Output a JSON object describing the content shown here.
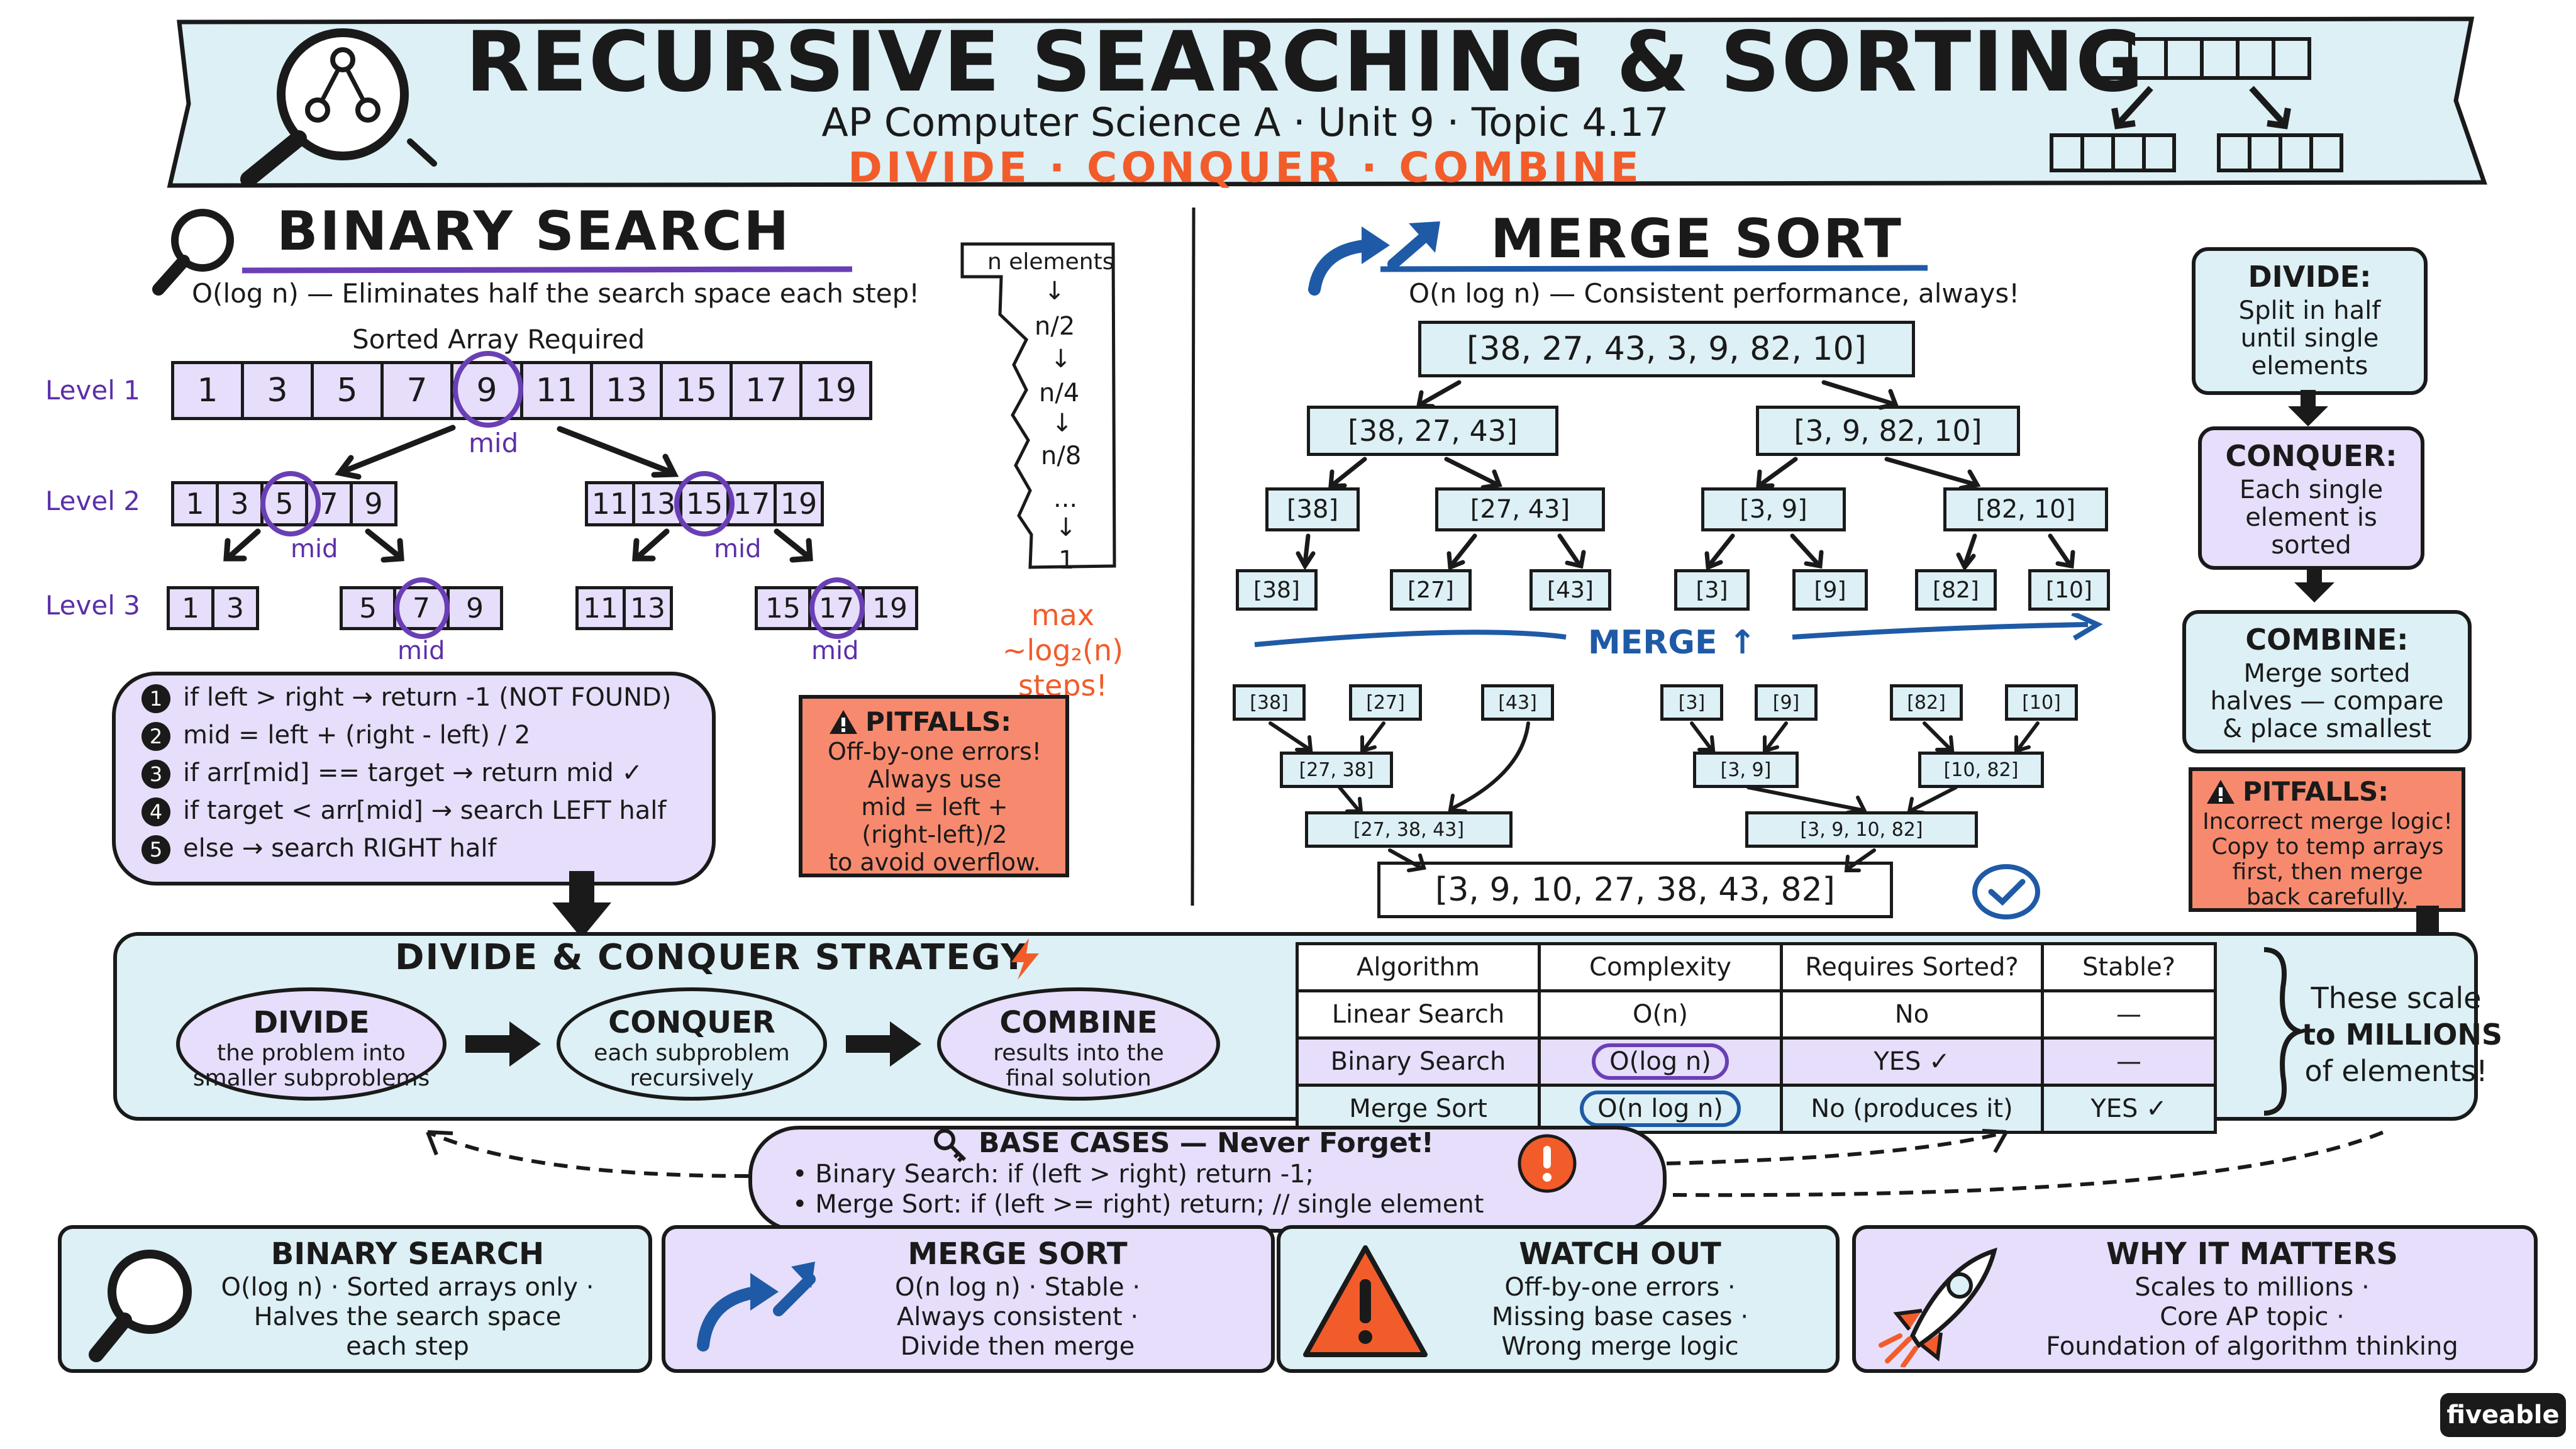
{
  "header": {
    "title": "RECURSIVE SEARCHING & SORTING",
    "subtitle": "AP Computer Science A · Unit 9 · Topic 4.17",
    "tagline": "DIVIDE · CONQUER · COMBINE"
  },
  "binary_search": {
    "title": "BINARY SEARCH",
    "complexity_note": "O(log n) — Eliminates half the search space each step!",
    "array_note": "Sorted Array Required",
    "level_labels": [
      "Level 1",
      "Level 2",
      "Level 3"
    ],
    "mid_label": "mid",
    "level1": [
      "1",
      "3",
      "5",
      "7",
      "9",
      "11",
      "13",
      "15",
      "17",
      "19"
    ],
    "level2_left": [
      "1",
      "3",
      "5",
      "7",
      "9"
    ],
    "level2_right": [
      "11",
      "13",
      "15",
      "17",
      "19"
    ],
    "level3_a": [
      "1",
      "3"
    ],
    "level3_b": [
      "5",
      "7",
      "9"
    ],
    "level3_c": [
      "11",
      "13"
    ],
    "level3_d": [
      "15",
      "17",
      "19"
    ],
    "steps_sequence": [
      "n elements",
      "↓",
      "n/2",
      "↓",
      "n/4",
      "↓",
      "n/8",
      "...",
      "↓",
      "1"
    ],
    "max_steps": "max ~log₂(n) steps!",
    "algorithm": [
      {
        "num": "1",
        "text": "if left > right → return -1 (NOT FOUND)"
      },
      {
        "num": "2",
        "text": "mid = left + (right - left) / 2"
      },
      {
        "num": "3",
        "text": "if arr[mid] == target → return mid ✓"
      },
      {
        "num": "4",
        "text": "if target < arr[mid] → search LEFT half"
      },
      {
        "num": "5",
        "text": "else → search RIGHT half"
      }
    ],
    "pitfalls_title": "PITFALLS:",
    "pitfalls_lines": [
      "Off-by-one errors!",
      "Always use",
      "mid = left +",
      "(right-left)/2",
      "to avoid overflow."
    ]
  },
  "merge_sort": {
    "title": "MERGE SORT",
    "complexity_note": "O(n log n) — Consistent performance, always!",
    "root": "[38, 27, 43, 3, 9, 82, 10]",
    "split1": [
      "[38, 27, 43]",
      "[3, 9, 82, 10]"
    ],
    "split2": [
      "[38]",
      "[27, 43]",
      "[3, 9]",
      "[82, 10]"
    ],
    "split3": [
      "[38]",
      "[27]",
      "[43]",
      "[3]",
      "[9]",
      "[82]",
      "[10]"
    ],
    "merge_label": "MERGE ↑",
    "merge_singles": [
      "[38]",
      "[27]",
      "[43]",
      "[3]",
      "[9]",
      "[82]",
      "[10]"
    ],
    "merge_pairs": [
      "[27, 38]",
      "[3, 9]",
      "[10, 82]"
    ],
    "merge_triples": [
      "[27, 38, 43]",
      "[3, 9, 10, 82]"
    ],
    "result": "[3, 9, 10, 27, 38, 43, 82]",
    "phases": [
      {
        "title": "DIVIDE:",
        "lines": [
          "Split in half",
          "until single",
          "elements"
        ]
      },
      {
        "title": "CONQUER:",
        "lines": [
          "Each single",
          "element is",
          "sorted"
        ]
      },
      {
        "title": "COMBINE:",
        "lines": [
          "Merge sorted",
          "halves — compare",
          "& place smallest"
        ]
      }
    ],
    "pitfalls_title": "PITFALLS:",
    "pitfalls_lines": [
      "Incorrect merge logic!",
      "Copy to temp arrays",
      "first, then merge",
      "back carefully."
    ]
  },
  "strategy": {
    "title": "DIVIDE & CONQUER STRATEGY",
    "stages": [
      {
        "title": "DIVIDE",
        "lines": [
          "the problem into",
          "smaller subproblems"
        ]
      },
      {
        "title": "CONQUER",
        "lines": [
          "each subproblem",
          "recursively"
        ]
      },
      {
        "title": "COMBINE",
        "lines": [
          "results into the",
          "final solution"
        ]
      }
    ]
  },
  "comparison": {
    "headers": [
      "Algorithm",
      "Complexity",
      "Requires Sorted?",
      "Stable?"
    ],
    "rows": [
      [
        "Linear Search",
        "O(n)",
        "No",
        "—"
      ],
      [
        "Binary Search",
        "O(log n)",
        "YES ✓",
        "—"
      ],
      [
        "Merge Sort",
        "O(n log n)",
        "No (produces it)",
        "YES ✓"
      ]
    ],
    "scale_note": [
      "These scale",
      "to MILLIONS",
      "of elements!"
    ]
  },
  "base_cases": {
    "title": "BASE CASES — Never Forget!",
    "lines": [
      "• Binary Search: if (left > right) return -1;",
      "• Merge Sort: if (left >= right) return; // single element"
    ]
  },
  "summary_cards": [
    {
      "title": "BINARY SEARCH",
      "lines": [
        "O(log n) · Sorted arrays only ·",
        "Halves the search space",
        "each step"
      ]
    },
    {
      "title": "MERGE SORT",
      "lines": [
        "O(n log n) · Stable ·",
        "Always consistent ·",
        "Divide then merge"
      ]
    },
    {
      "title": "WATCH OUT",
      "lines": [
        "Off-by-one errors ·",
        "Missing base cases ·",
        "Wrong merge logic"
      ]
    },
    {
      "title": "WHY IT MATTERS",
      "lines": [
        "Scales to millions ·",
        "Core AP topic ·",
        "Foundation of algorithm thinking"
      ]
    }
  ],
  "brand": "fiveable",
  "colors": {
    "accent_purple": "#5b2fa8",
    "accent_orange": "#f25c2a",
    "accent_blue": "#1f5aa6",
    "panel_blue": "#dcf0f5",
    "panel_lavender": "#e6defa",
    "pitfall_coral": "#f78a6e"
  }
}
